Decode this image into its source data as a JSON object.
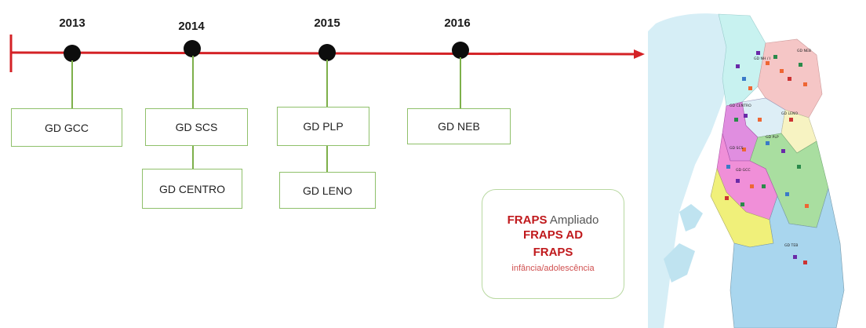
{
  "timeline": {
    "line_color": "#d42226",
    "years": [
      "2013",
      "2014",
      "2015",
      "2016"
    ],
    "groups": [
      {
        "year": "2013",
        "boxes": [
          "GD GCC"
        ]
      },
      {
        "year": "2014",
        "boxes": [
          "GD SCS",
          "GD CENTRO"
        ]
      },
      {
        "year": "2015",
        "boxes": [
          "GD PLP",
          "GD LENO"
        ]
      },
      {
        "year": "2016",
        "boxes": [
          "GD NEB"
        ]
      }
    ]
  },
  "services_box": {
    "line1_bold": "FRAPS",
    "line1_rest": " Ampliado",
    "line2": "FRAPS AD",
    "line3": "FRAPS",
    "line4": "infância/adolescência",
    "accent_color": "#c0191c"
  },
  "map": {
    "region_labels": [
      "GD NEB",
      "GD NH / I",
      "GD CENTRO",
      "GD LENO",
      "GD PLP",
      "GD SCS",
      "GD GCC",
      "GD TEB"
    ]
  }
}
